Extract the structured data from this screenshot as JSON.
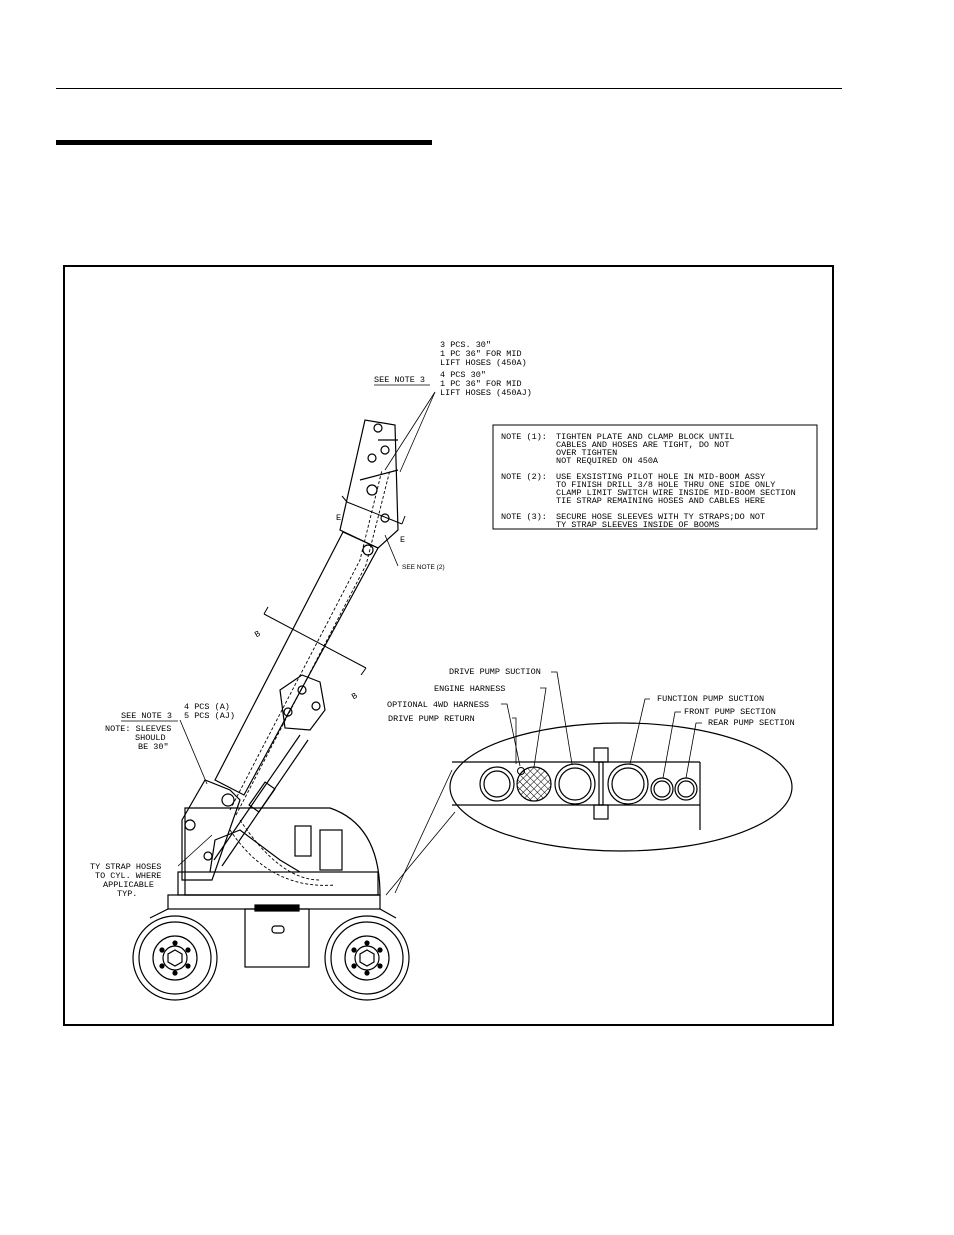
{
  "figure": {
    "labels": {
      "sleeves_top_450a": [
        "3 PCS. 30\"",
        "1 PC 36\" FOR MID",
        "LIFT HOSES (450A)"
      ],
      "see_note_3_top": "SEE NOTE 3",
      "sleeves_top_450aj": [
        "4 PCS 30\"",
        "1 PC 36\" FOR MID",
        "LIFT HOSES (450AJ)"
      ],
      "section_e_left": "E",
      "section_e_right": "E",
      "see_note_2": "SEE NOTE (2)",
      "section_b_left": "B",
      "section_b_right": "B",
      "see_note_3_lower": "SEE NOTE 3",
      "pcs_lower": [
        "4 PCS (A)",
        "5 PCS (AJ)"
      ],
      "note_sleeves": [
        "NOTE: SLEEVES",
        "SHOULD",
        "BE 30\""
      ],
      "ty_strap": [
        "TY STRAP HOSES",
        "TO CYL. WHERE",
        "APPLICABLE",
        "TYP."
      ]
    },
    "notes": [
      {
        "tag": "NOTE (1):",
        "lines": [
          "TIGHTEN PLATE AND CLAMP BLOCK UNTIL",
          "CABLES AND HOSES ARE TIGHT, DO NOT",
          "OVER TIGHTEN",
          "NOT REQUIRED ON 450A"
        ]
      },
      {
        "tag": "NOTE (2):",
        "lines": [
          "USE EXSISTING PILOT HOLE IN MID-BOOM ASSY",
          "TO FINISH DRILL 3/8 HOLE THRU ONE SIDE ONLY",
          "CLAMP LIMIT SWITCH WIRE INSIDE MID-BOOM SECTION",
          "TIE STRAP REMAINING HOSES AND CABLES HERE"
        ]
      },
      {
        "tag": "NOTE (3):",
        "lines": [
          "SECURE HOSE SLEEVES WITH TY STRAPS;DO NOT",
          "TY STRAP SLEEVES INSIDE OF BOOMS"
        ]
      }
    ],
    "detail_labels": {
      "drive_pump_suction": "DRIVE PUMP SUCTION",
      "engine_harness": "ENGINE HARNESS",
      "optional_4wd_harness": "OPTIONAL 4WD HARNESS",
      "drive_pump_return": "DRIVE PUMP RETURN",
      "function_pump_suction": "FUNCTION PUMP SUCTION",
      "front_pump_section": "FRONT PUMP SECTION",
      "rear_pump_section": "REAR PUMP SECTION"
    }
  }
}
